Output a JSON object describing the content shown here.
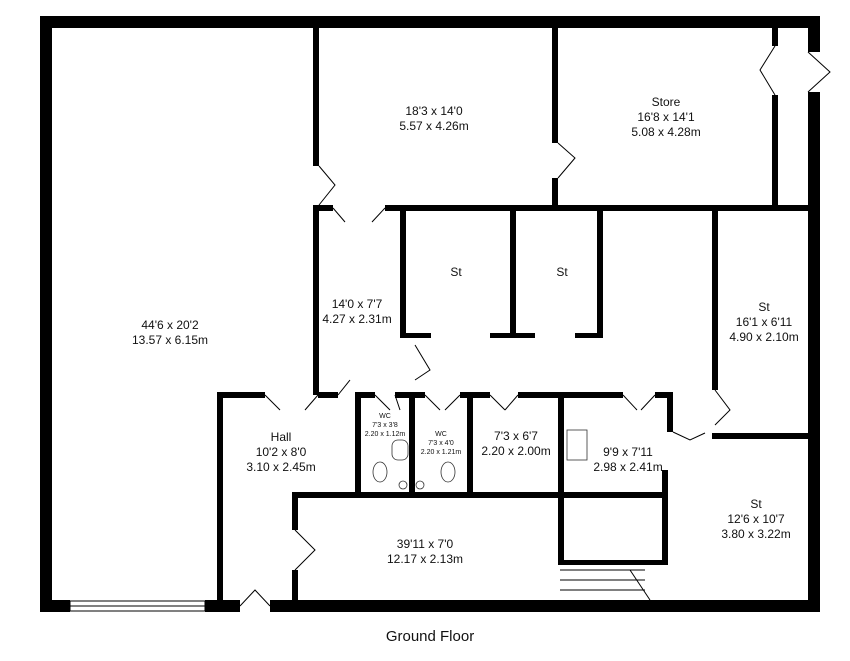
{
  "floor_title": "Ground Floor",
  "wall_color": "#000000",
  "rooms": [
    {
      "name": "",
      "imperial": "44'6 x 20'2",
      "metric": "13.57 x 6.15m"
    },
    {
      "name": "",
      "imperial": "18'3 x 14'0",
      "metric": "5.57 x 4.26m"
    },
    {
      "name": "Store",
      "imperial": "16'8 x 14'1",
      "metric": "5.08 x 4.28m"
    },
    {
      "name": "",
      "imperial": "14'0 x 7'7",
      "metric": "4.27 x 2.31m"
    },
    {
      "name": "St",
      "imperial": "",
      "metric": ""
    },
    {
      "name": "St",
      "imperial": "",
      "metric": ""
    },
    {
      "name": "St",
      "imperial": "16'1 x 6'11",
      "metric": "4.90 x 2.10m"
    },
    {
      "name": "Hall",
      "imperial": "10'2 x 8'0",
      "metric": "3.10 x 2.45m"
    },
    {
      "name": "WC",
      "imperial": "7'3 x 3'8",
      "metric": "2.20 x 1.12m"
    },
    {
      "name": "WC",
      "imperial": "7'3 x 4'0",
      "metric": "2.20 x 1.21m"
    },
    {
      "name": "",
      "imperial": "7'3 x 6'7",
      "metric": "2.20 x 2.00m"
    },
    {
      "name": "",
      "imperial": "9'9 x 7'11",
      "metric": "2.98 x 2.41m"
    },
    {
      "name": "St",
      "imperial": "12'6 x 10'7",
      "metric": "3.80 x 3.22m"
    },
    {
      "name": "",
      "imperial": "39'11 x 7'0",
      "metric": "12.17 x 2.13m"
    }
  ]
}
